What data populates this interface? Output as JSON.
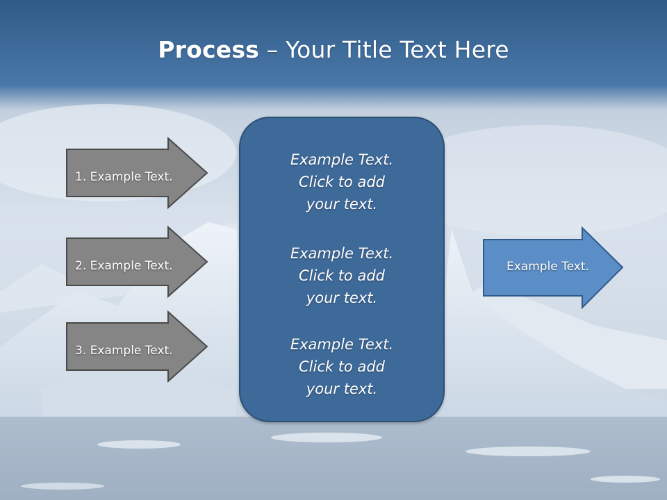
{
  "slide": {
    "title_bold": "Process",
    "title_rest": " – Your Title Text Here",
    "inputs": [
      {
        "label": "1. Example Text."
      },
      {
        "label": "2. Example Text."
      },
      {
        "label": "3. Example Text."
      }
    ],
    "center_items": [
      {
        "line1": "Example Text.",
        "line2": "Click  to add",
        "line3": "your text."
      },
      {
        "line1": "Example Text.",
        "line2": "Click  to add",
        "line3": "your text."
      },
      {
        "line1": "Example Text.",
        "line2": "Click  to add",
        "line3": "your text."
      }
    ],
    "output": {
      "label": "Example Text."
    }
  },
  "colors": {
    "header_blue": "#3d6b9b",
    "input_arrow_fill": "#858585",
    "center_box_fill": "#3e6a9a",
    "output_arrow_fill": "#5b8ec6"
  }
}
